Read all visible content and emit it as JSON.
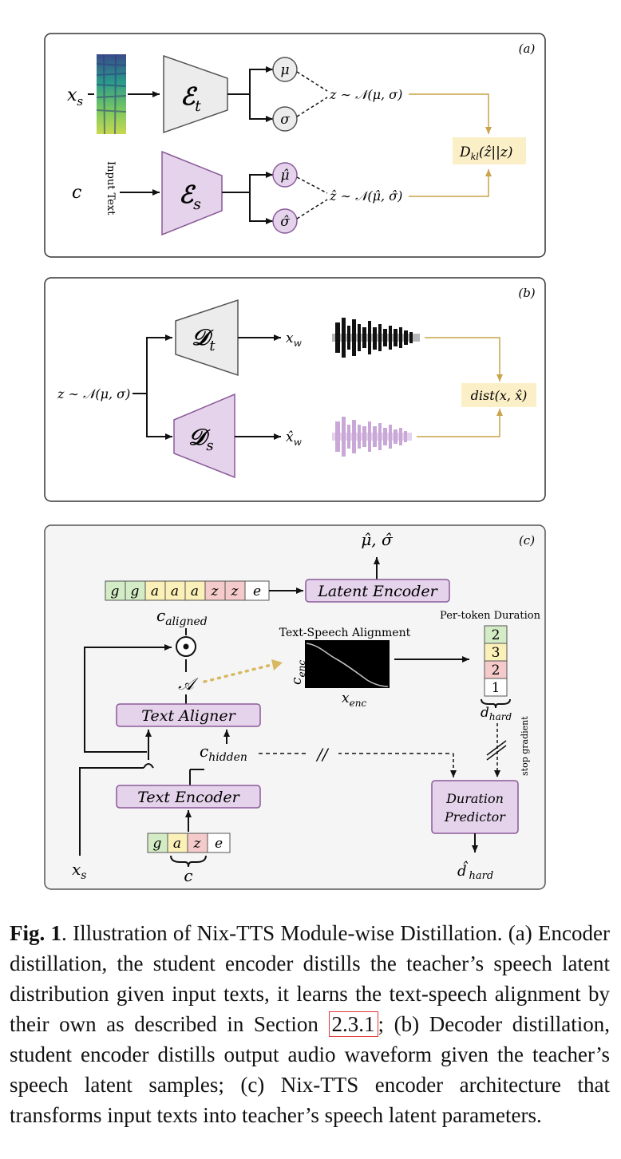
{
  "panel_a": {
    "tag": "(a)",
    "input_top": "x",
    "input_top_sub": "s",
    "input_bottom": "c",
    "input_text_label": "Input Text",
    "teacher_encoder": "ℰ",
    "teacher_encoder_sub": "t",
    "student_encoder": "ℰ",
    "student_encoder_sub": "s",
    "mu": "μ",
    "sigma": "σ",
    "mu_hat": "μ̂",
    "sigma_hat": "σ̂",
    "z_dist": "z ∼ 𝒩(μ, σ)",
    "zhat_dist": "ẑ ∼ 𝒩(μ̂, σ̂)",
    "kl_loss": "D",
    "kl_loss_sub": "kl",
    "kl_loss_args": "(ẑ||z)"
  },
  "panel_b": {
    "tag": "(b)",
    "input": "z ∼ 𝒩(μ, σ)",
    "teacher_decoder": "𝒟",
    "teacher_decoder_sub": "t",
    "student_decoder": "𝒟",
    "student_decoder_sub": "s",
    "out_teacher": "x",
    "out_teacher_sub": "w",
    "out_student": "x̂",
    "out_student_sub": "w",
    "dist_loss": "dist(x, x̂)"
  },
  "panel_c": {
    "tag": "(c)",
    "output": "μ̂,  σ̂",
    "aligned_tokens": [
      "g",
      "g",
      "a",
      "a",
      "a",
      "z",
      "z",
      "e"
    ],
    "latent_encoder": "Latent Encoder",
    "c_aligned": "c",
    "c_aligned_sub": "aligned",
    "odot": "⊙",
    "alignment_symbol": "𝒜",
    "alignment_title": "Text-Speech Alignment",
    "alignment_y": "c",
    "alignment_y_sub": "enc",
    "alignment_x": "x",
    "alignment_x_sub": "enc",
    "duration_title": "Per-token Duration",
    "durations": [
      "2",
      "3",
      "2",
      "1"
    ],
    "d_hard": "d",
    "d_hard_sub": "hard",
    "stop_gradient": "stop gradient",
    "text_aligner": "Text Aligner",
    "c_hidden": "c",
    "c_hidden_sub": "hidden",
    "skip_mark": "//",
    "text_encoder": "Text Encoder",
    "input_tokens": [
      "g",
      "a",
      "z",
      "e"
    ],
    "input_c": "c",
    "input_xs": "x",
    "input_xs_sub": "s",
    "duration_predictor_line1": "Duration",
    "duration_predictor_line2": "Predictor",
    "d_hat_hard": "d̂",
    "d_hat_hard_sub": "hard"
  },
  "colors": {
    "teacher_fill": "#ececec",
    "student_fill": "#e4d3ea",
    "student_stroke": "#8a5a9a",
    "loss_fill": "#fbefc7",
    "loss_line": "#c9a44a",
    "token_green": "#d4ecc6",
    "token_yellow": "#fbf0b8",
    "token_red": "#f5caca",
    "panel_c_bg": "#f5f5f5"
  },
  "caption": {
    "label": "Fig. 1",
    "text_1": ". Illustration of Nix-TTS Module-wise Distillation. (a) Encoder distillation, the student encoder distills the teacher’s speech latent distribution given input texts, it learns the text-speech alignment by their own as described in Section ",
    "section_ref": "2.3.1",
    "text_2": "; (b) Decoder distillation, student encoder distills output audio waveform given the teacher’s speech latent samples; (c) Nix-TTS encoder architecture that transforms input texts into teacher’s speech latent parameters."
  }
}
